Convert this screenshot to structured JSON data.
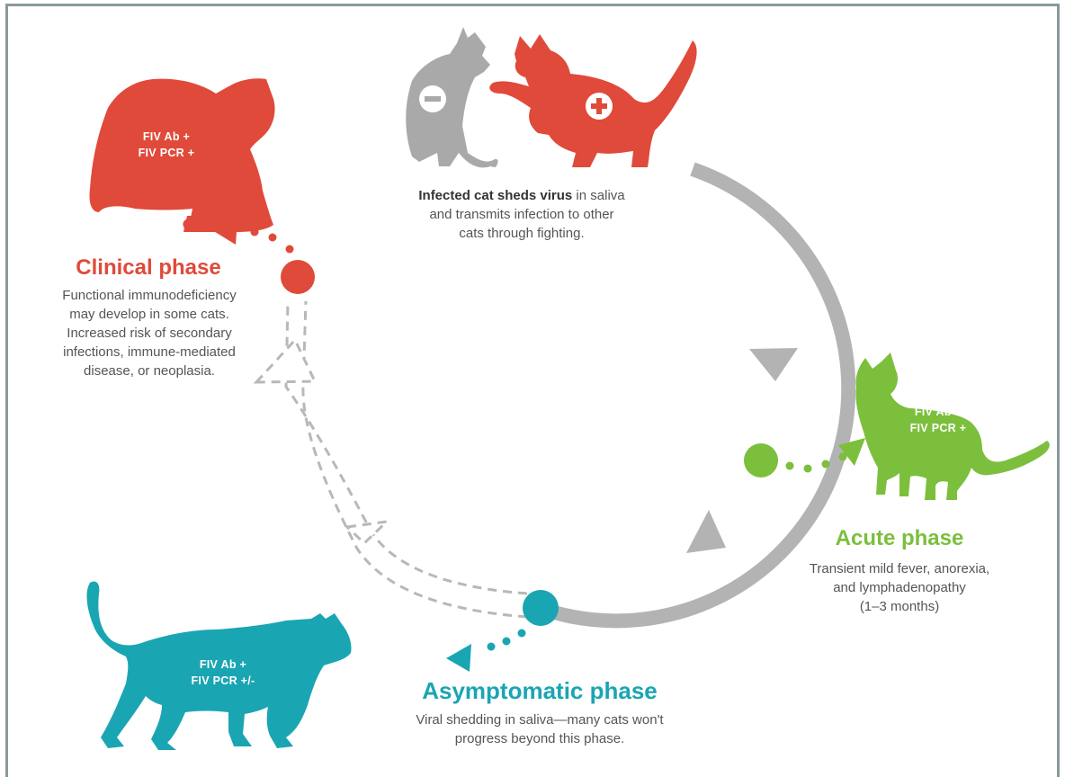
{
  "colors": {
    "clinical": "#e04a3a",
    "acute": "#7bbf3c",
    "asymptomatic": "#1aa5b3",
    "cycle": "#b3b3b3",
    "uninfected": "#a9a9a9"
  },
  "icons": [
    "uninfected-cat-icon",
    "infected-cat-icon",
    "clinical-cat-icon",
    "acute-cat-icon",
    "asymptomatic-cat-icon",
    "minus-icon",
    "plus-icon"
  ],
  "transmission": {
    "minus_sign": "−",
    "plus_sign": "+",
    "desc_bold": "Infected cat sheds virus",
    "desc_rest_1": " in saliva",
    "desc_rest_2": "and transmits infection to other",
    "desc_rest_3": "cats through fighting."
  },
  "clinical": {
    "label_1": "FIV Ab +",
    "label_2": "FIV PCR +",
    "title": "Clinical phase",
    "desc": [
      "Functional immunodeficiency",
      "may develop in some cats.",
      "Increased risk of secondary",
      "infections, immune-mediated",
      "disease, or neoplasia."
    ]
  },
  "acute": {
    "label_1": "FIV Ab +",
    "label_2": "FIV PCR +",
    "title": "Acute phase",
    "desc": [
      "Transient mild fever, anorexia,",
      "and lymphadenopathy",
      "(1–3 months)"
    ]
  },
  "asymptomatic": {
    "label_1": "FIV Ab +",
    "label_2": "FIV PCR +/-",
    "title": "Asymptomatic phase",
    "desc": [
      "Viral shedding in saliva—many cats won't",
      "progress beyond this phase."
    ]
  }
}
